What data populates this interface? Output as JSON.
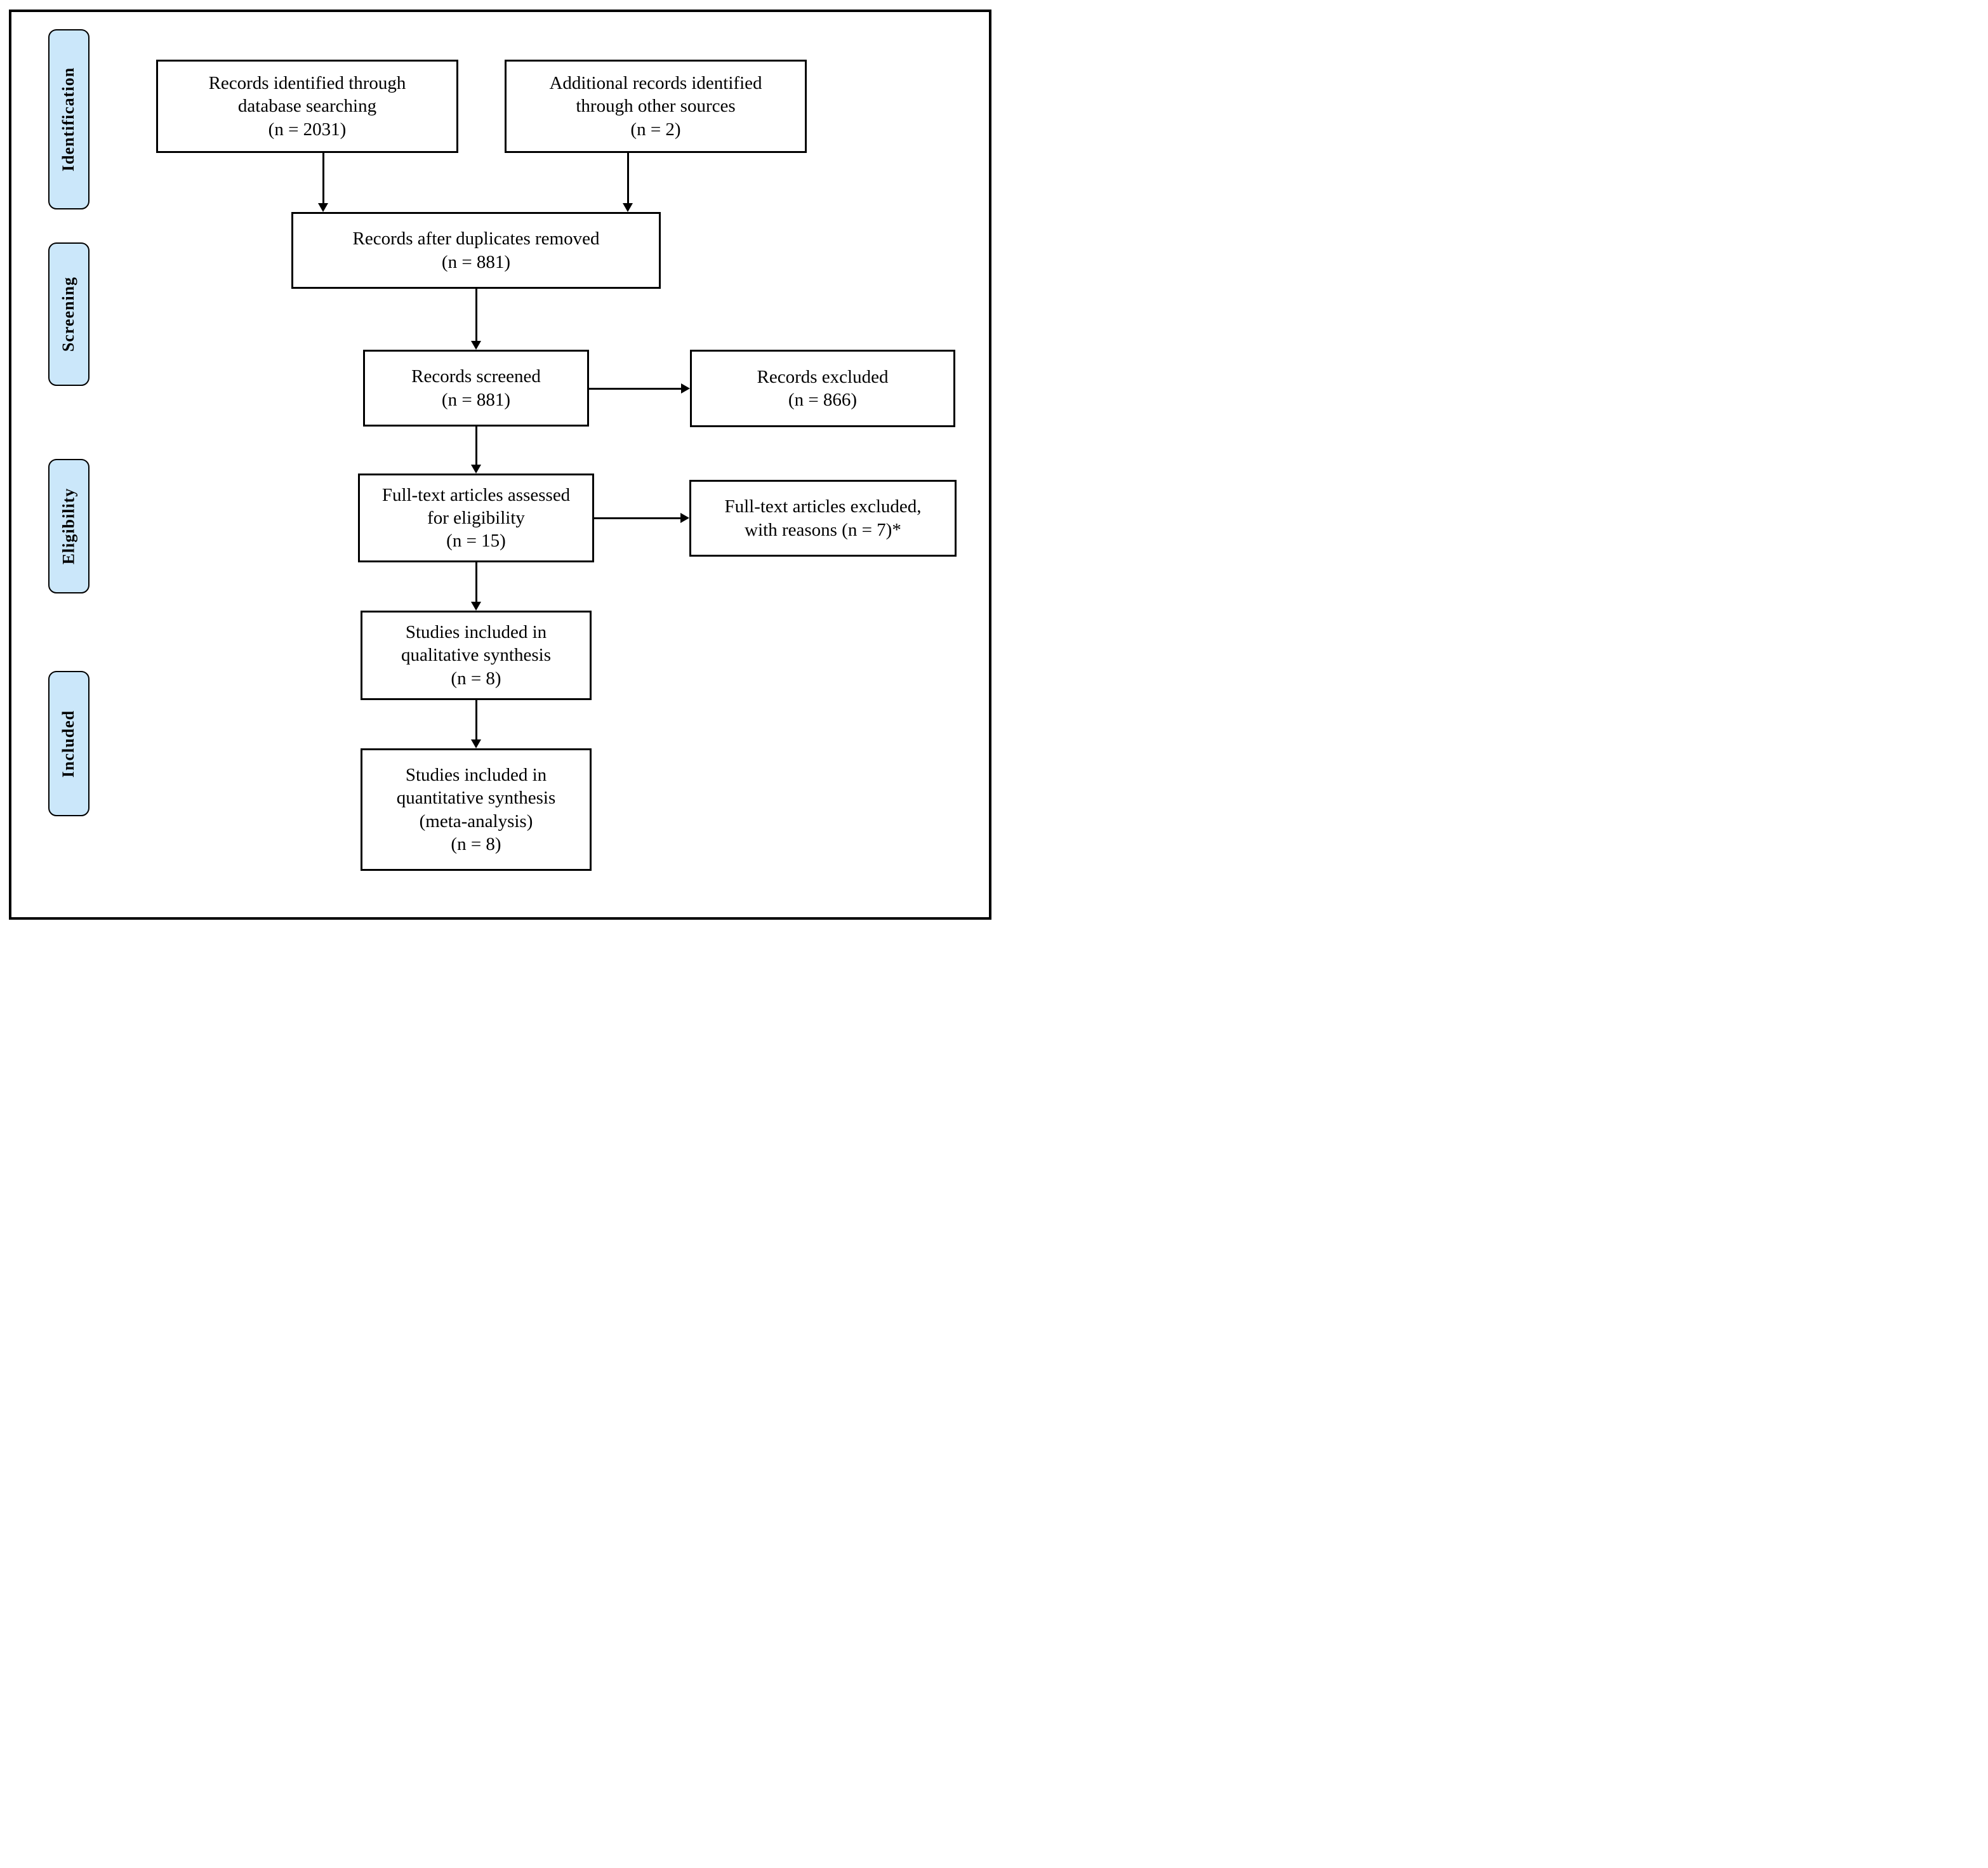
{
  "stages": [
    {
      "label": "Identification"
    },
    {
      "label": "Screening"
    },
    {
      "label": "Eligibility"
    },
    {
      "label": "Included"
    }
  ],
  "boxes": {
    "records_identified": {
      "text": "Records identified through\ndatabase searching\n(n = 2031)",
      "n": 2031
    },
    "additional_records": {
      "text": "Additional records identified\nthrough other sources\n(n = 2)",
      "n": 2
    },
    "after_duplicates": {
      "text": "Records after duplicates removed\n(n = 881)",
      "n": 881
    },
    "records_screened": {
      "text": "Records screened\n(n = 881)",
      "n": 881
    },
    "records_excluded": {
      "text": "Records excluded\n(n = 866)",
      "n": 866
    },
    "fulltext_assessed": {
      "text": "Full-text articles assessed\nfor eligibility\n(n = 15)",
      "n": 15
    },
    "fulltext_excluded": {
      "text": "Full-text articles excluded,\nwith reasons (n = 7)*",
      "n": 7
    },
    "qualitative_included": {
      "text": "Studies included in\nqualitative synthesis\n(n = 8)",
      "n": 8
    },
    "quantitative_included": {
      "text": "Studies included in\nquantitative synthesis\n(meta-analysis)\n(n = 8)",
      "n": 8
    }
  },
  "colors": {
    "stage_fill": "#cbe7fa",
    "box_fill": "#ffffff",
    "line": "#000000"
  }
}
